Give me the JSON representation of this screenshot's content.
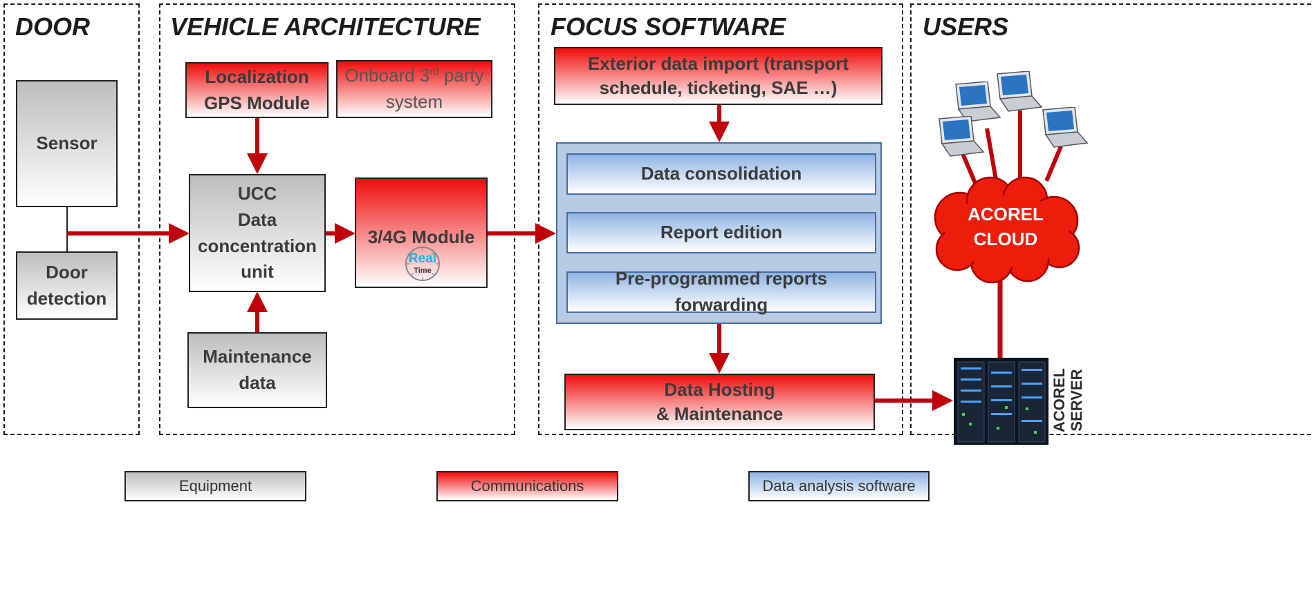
{
  "zones": {
    "door": "DOOR",
    "vehicle": "VEHICLE ARCHITECTURE",
    "focus": "FOCUS SOFTWARE",
    "users": "USERS"
  },
  "boxes": {
    "sensor": "Sensor",
    "door_detection": "Door\ndetection",
    "localization": "Localization\nGPS Module",
    "onboard": "Onboard 3",
    "onboard_sup": "rd",
    "onboard_rest": " party\nsystem",
    "ucc": "UCC\nData\nconcentration\nunit",
    "module_4g": "3/4G Module",
    "maintenance": "Maintenance\ndata",
    "exterior": "Exterior data import (transport\nschedule, ticketing, SAE …)",
    "consolidation": "Data consolidation",
    "report": "Report edition",
    "forwarding": "Pre-programmed reports forwarding",
    "hosting": "Data Hosting\n& Maintenance",
    "cloud": "ACOREL\nCLOUD",
    "server": "ACOREL\nSERVER"
  },
  "clock": {
    "real": "Real",
    "time": "Time"
  },
  "legend": {
    "equipment": "Equipment",
    "communications": "Communications",
    "analysis": "Data analysis software"
  },
  "colors": {
    "communications_red": "#ef0d0d",
    "equipment_gray": "#bdbdbd",
    "software_blue": "#8fb4e3",
    "arrow": "#c0000a",
    "cloud": "#ee1c0a"
  },
  "icons": [
    "laptop-icon",
    "cloud-icon",
    "server-rack-icon",
    "realtime-clock-icon"
  ]
}
